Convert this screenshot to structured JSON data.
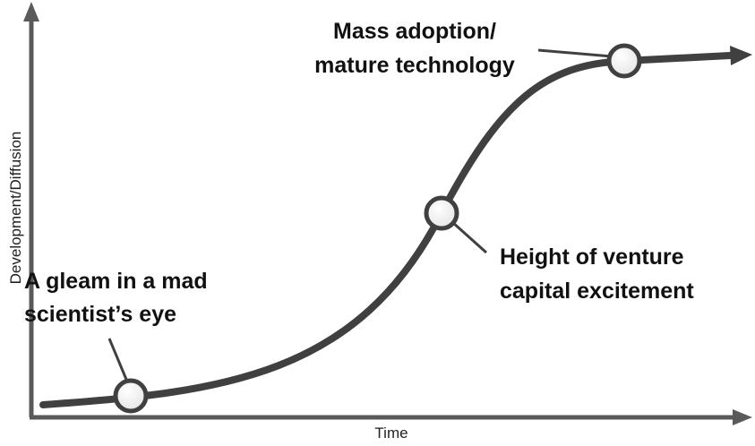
{
  "axes": {
    "x_label": "Time",
    "y_label": "Development/Diffusion"
  },
  "annotations": {
    "early": [
      "A gleam in a mad",
      "scientist’s eye"
    ],
    "middle": [
      "Height of venture",
      "capital excitement"
    ],
    "late": [
      "Mass adoption/",
      "mature technology"
    ]
  },
  "colors": {
    "line": "#404040",
    "axis": "#5a5a5a",
    "marker_fill": "#f2f2f2"
  }
}
